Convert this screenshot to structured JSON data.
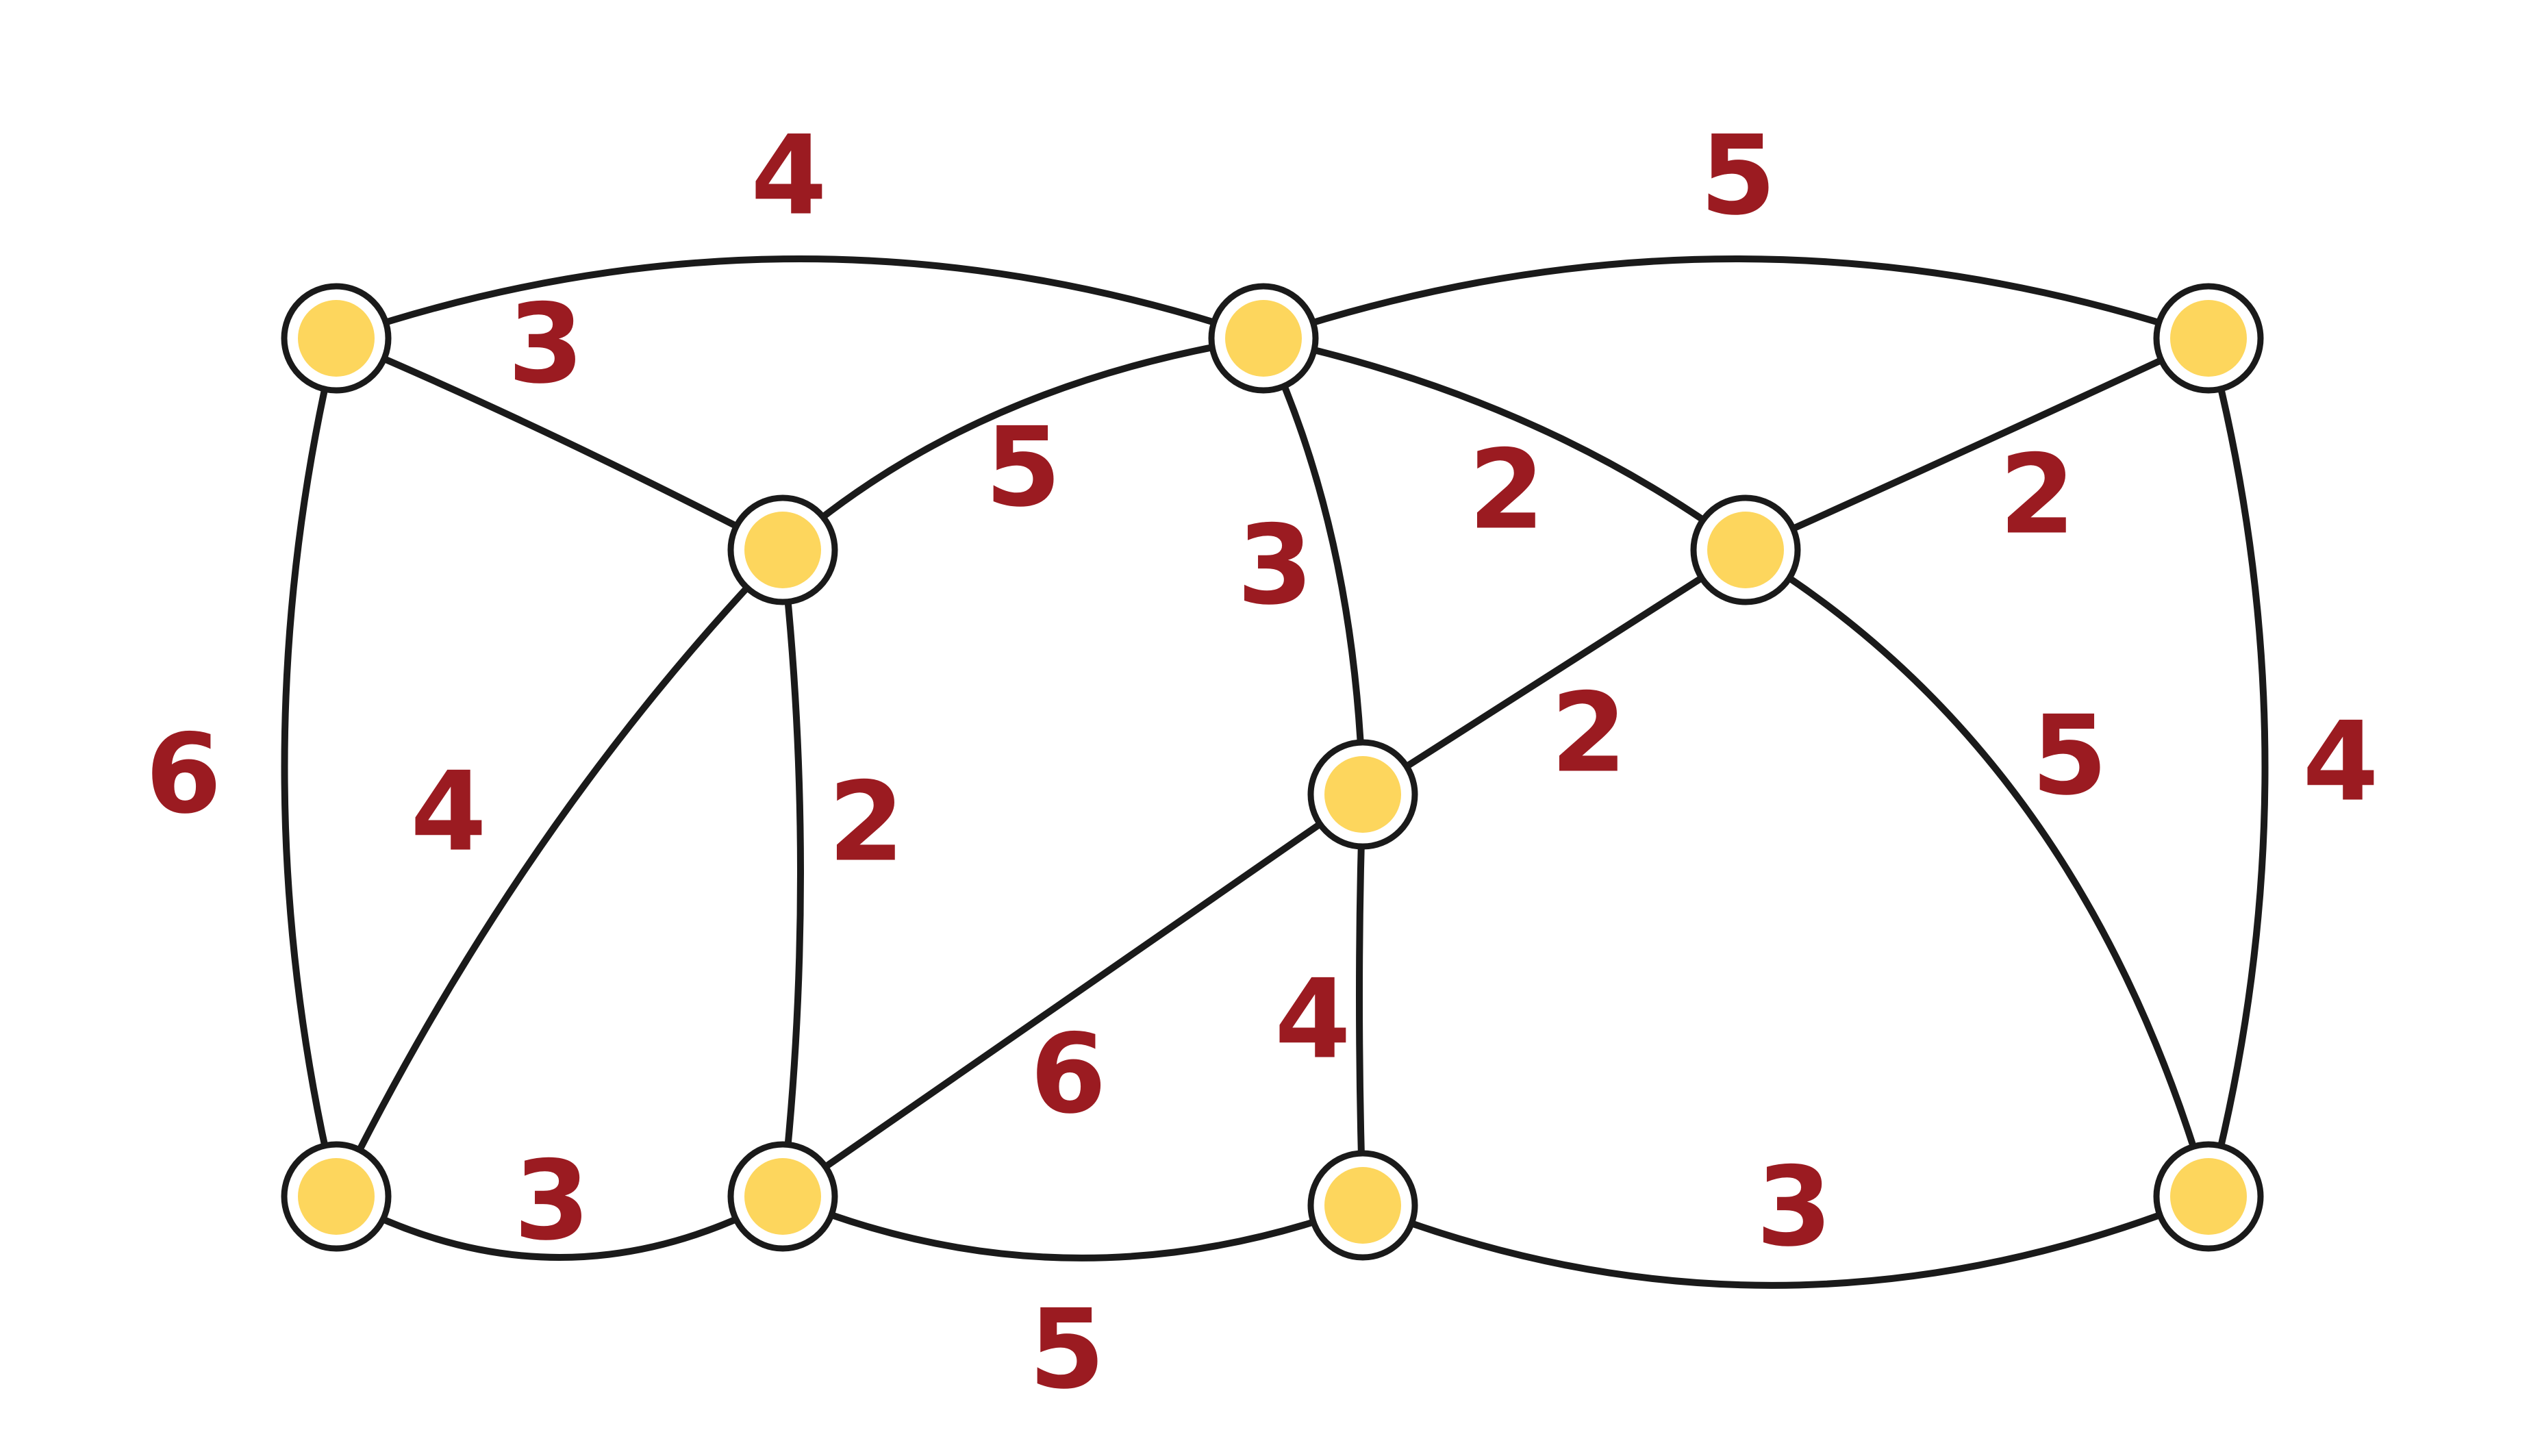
{
  "colors": {
    "edge": "#1a1a1a",
    "node_fill": "#fdd65d",
    "node_ring": "#ffffff",
    "weight_text": "#9b1b21",
    "background": "#ffffff"
  },
  "nodes": [
    {
      "id": "a"
    },
    {
      "id": "b"
    },
    {
      "id": "c"
    },
    {
      "id": "d"
    },
    {
      "id": "e"
    },
    {
      "id": "f"
    },
    {
      "id": "g"
    },
    {
      "id": "h"
    },
    {
      "id": "i"
    },
    {
      "id": "j"
    },
    {
      "id": "k"
    }
  ],
  "edges": [
    {
      "from": "a",
      "to": "d",
      "weight": "4"
    },
    {
      "from": "a",
      "to": "e",
      "weight": "3"
    },
    {
      "from": "a",
      "to": "h",
      "weight": "6"
    },
    {
      "from": "d",
      "to": "b",
      "weight": "5"
    },
    {
      "from": "e",
      "to": "d",
      "weight": "5"
    },
    {
      "from": "e",
      "to": "h",
      "weight": "4"
    },
    {
      "from": "e",
      "to": "i",
      "weight": "2"
    },
    {
      "from": "d",
      "to": "g",
      "weight": "3"
    },
    {
      "from": "d",
      "to": "f",
      "weight": "2"
    },
    {
      "from": "f",
      "to": "b",
      "weight": "2"
    },
    {
      "from": "b",
      "to": "k",
      "weight": "4"
    },
    {
      "from": "f",
      "to": "g",
      "weight": "2"
    },
    {
      "from": "f",
      "to": "k",
      "weight": "5"
    },
    {
      "from": "g",
      "to": "i",
      "weight": "6"
    },
    {
      "from": "g",
      "to": "j",
      "weight": "4"
    },
    {
      "from": "h",
      "to": "i",
      "weight": "3"
    },
    {
      "from": "i",
      "to": "j",
      "weight": "5"
    },
    {
      "from": "j",
      "to": "k",
      "weight": "3"
    }
  ]
}
